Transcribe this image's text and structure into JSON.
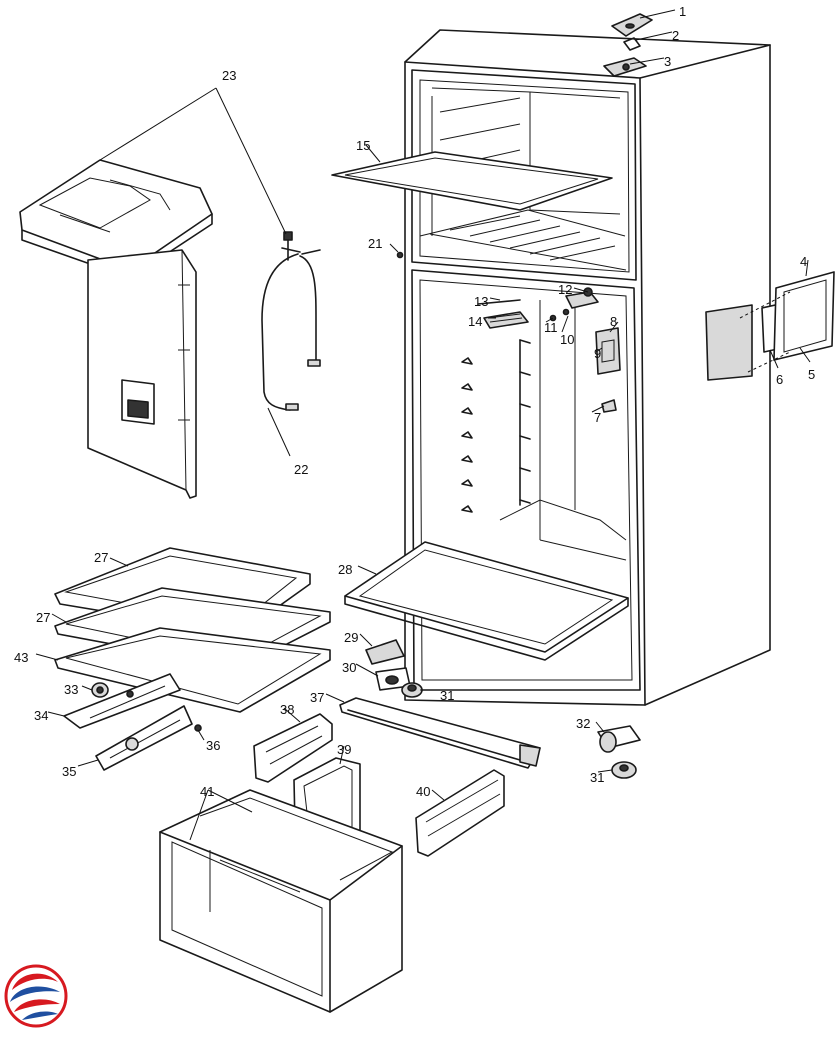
{
  "diagram": {
    "type": "exploded-parts-diagram",
    "callouts": [
      "1",
      "2",
      "3",
      "4",
      "5",
      "6",
      "7",
      "8",
      "9",
      "10",
      "11",
      "12",
      "13",
      "14",
      "15",
      "21",
      "22",
      "23",
      "27",
      "27",
      "28",
      "29",
      "30",
      "31",
      "31",
      "32",
      "33",
      "34",
      "35",
      "36",
      "37",
      "38",
      "39",
      "40",
      "41",
      "43"
    ]
  },
  "logo": {
    "icon": "brand-logo-icon",
    "colors": {
      "red": "#d71920",
      "blue": "#1f4fa0"
    }
  }
}
